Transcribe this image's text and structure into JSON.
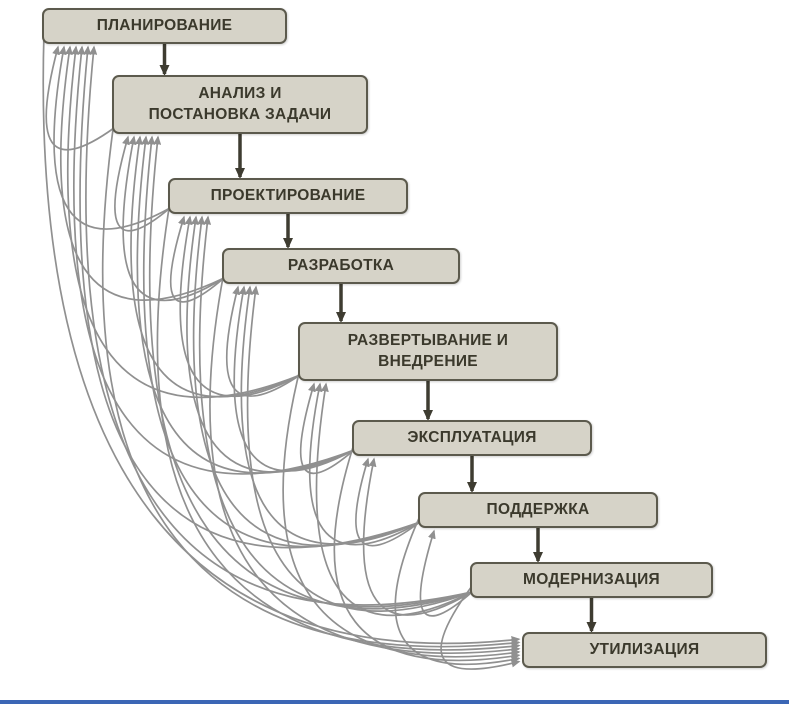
{
  "diagram": {
    "stages": [
      {
        "id": 1,
        "label": "ПЛАНИРОВАНИЕ"
      },
      {
        "id": 2,
        "label": "АНАЛИЗ И\nПОСТАНОВКА ЗАДАЧИ"
      },
      {
        "id": 3,
        "label": "ПРОЕКТИРОВАНИЕ"
      },
      {
        "id": 4,
        "label": "РАЗРАБОТКА"
      },
      {
        "id": 5,
        "label": "РАЗВЕРТЫВАНИЕ И\nВНЕДРЕНИЕ"
      },
      {
        "id": 6,
        "label": "ЭКСПЛУАТАЦИЯ"
      },
      {
        "id": 7,
        "label": "ПОДДЕРЖКА"
      },
      {
        "id": 8,
        "label": "МОДЕРНИЗАЦИЯ"
      },
      {
        "id": 9,
        "label": "УТИЛИЗАЦИЯ"
      }
    ],
    "edges": {
      "forward": [
        [
          1,
          2
        ],
        [
          2,
          3
        ],
        [
          3,
          4
        ],
        [
          4,
          5
        ],
        [
          5,
          6
        ],
        [
          6,
          7
        ],
        [
          7,
          8
        ],
        [
          8,
          9
        ]
      ],
      "feedback": [
        [
          2,
          1
        ],
        [
          3,
          1
        ],
        [
          3,
          2
        ],
        [
          4,
          1
        ],
        [
          4,
          2
        ],
        [
          4,
          3
        ],
        [
          5,
          1
        ],
        [
          5,
          2
        ],
        [
          5,
          3
        ],
        [
          5,
          4
        ],
        [
          6,
          1
        ],
        [
          6,
          2
        ],
        [
          6,
          3
        ],
        [
          6,
          4
        ],
        [
          6,
          5
        ],
        [
          7,
          1
        ],
        [
          7,
          2
        ],
        [
          7,
          3
        ],
        [
          7,
          4
        ],
        [
          7,
          5
        ],
        [
          7,
          6
        ],
        [
          8,
          1
        ],
        [
          8,
          2
        ],
        [
          8,
          3
        ],
        [
          8,
          4
        ],
        [
          8,
          5
        ],
        [
          8,
          6
        ],
        [
          8,
          7
        ]
      ],
      "to_disposal": [
        [
          1,
          9
        ],
        [
          2,
          9
        ],
        [
          3,
          9
        ],
        [
          4,
          9
        ],
        [
          5,
          9
        ],
        [
          6,
          9
        ],
        [
          7,
          9
        ],
        [
          8,
          9
        ]
      ]
    },
    "colors": {
      "box_fill": "#d6d3c8",
      "box_border": "#5c5a4d",
      "box_text": "#3b392c",
      "forward_arrow": "#3e3c31",
      "feedback_arrow": "#909090",
      "bottom_line": "#3b66b5"
    }
  }
}
